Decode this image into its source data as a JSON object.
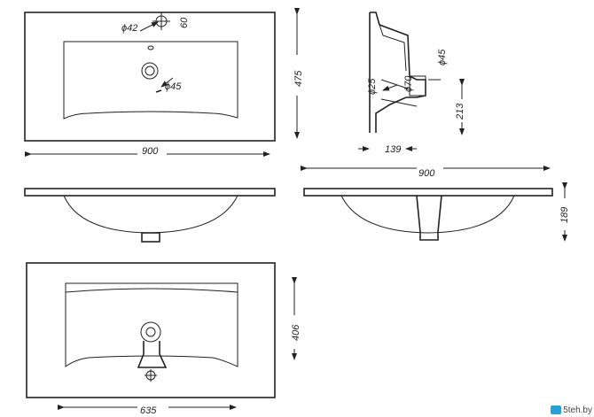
{
  "dimensions": {
    "top_view_width": "900",
    "top_view_depth": "475",
    "tap_hole_diameter": "ϕ42",
    "tap_hole_offset": "60",
    "drain_diameter": "ϕ45",
    "side_drain_pipe": "ϕ25",
    "side_drain_body": "ϕ70",
    "side_drain_outlet": "ϕ45",
    "side_depth_offset": "139",
    "side_height": "213",
    "front_view_width": "900",
    "front_view_height": "189",
    "bottom_view_width": "635",
    "bottom_view_depth": "406"
  },
  "watermark": {
    "text": "5teh.by",
    "color": "#2a9fd6"
  }
}
